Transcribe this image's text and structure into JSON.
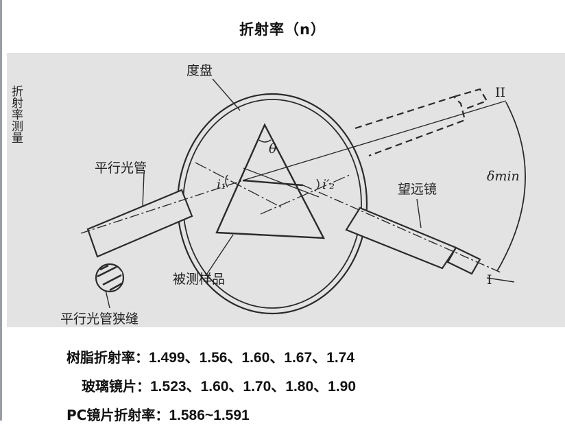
{
  "page": {
    "title": "折射率（n）"
  },
  "figure": {
    "side_label": "折射率测量",
    "labels": {
      "dial": "度盘",
      "collimator": "平行光管",
      "telescope": "望远镜",
      "sample": "被测样品",
      "slit": "平行光管狭缝",
      "position_1": "I",
      "position_2": "II",
      "apex_angle": "θ",
      "incident_angle": "i₁",
      "exit_angle": "i′₂",
      "min_deviation": "δmin"
    },
    "colors": {
      "background": "#e3e3e3",
      "ink": "#2a2a2a"
    }
  },
  "info": {
    "resin": {
      "label": "树脂折射率：",
      "values": "1.499、1.56、1.60、1.67、1.74"
    },
    "glass": {
      "label": "玻璃镜片：",
      "values": "1.523、1.60、1.70、1.80、1.90"
    },
    "pc": {
      "label": "PC镜片折射率：",
      "values": "1.586~1.591"
    }
  }
}
